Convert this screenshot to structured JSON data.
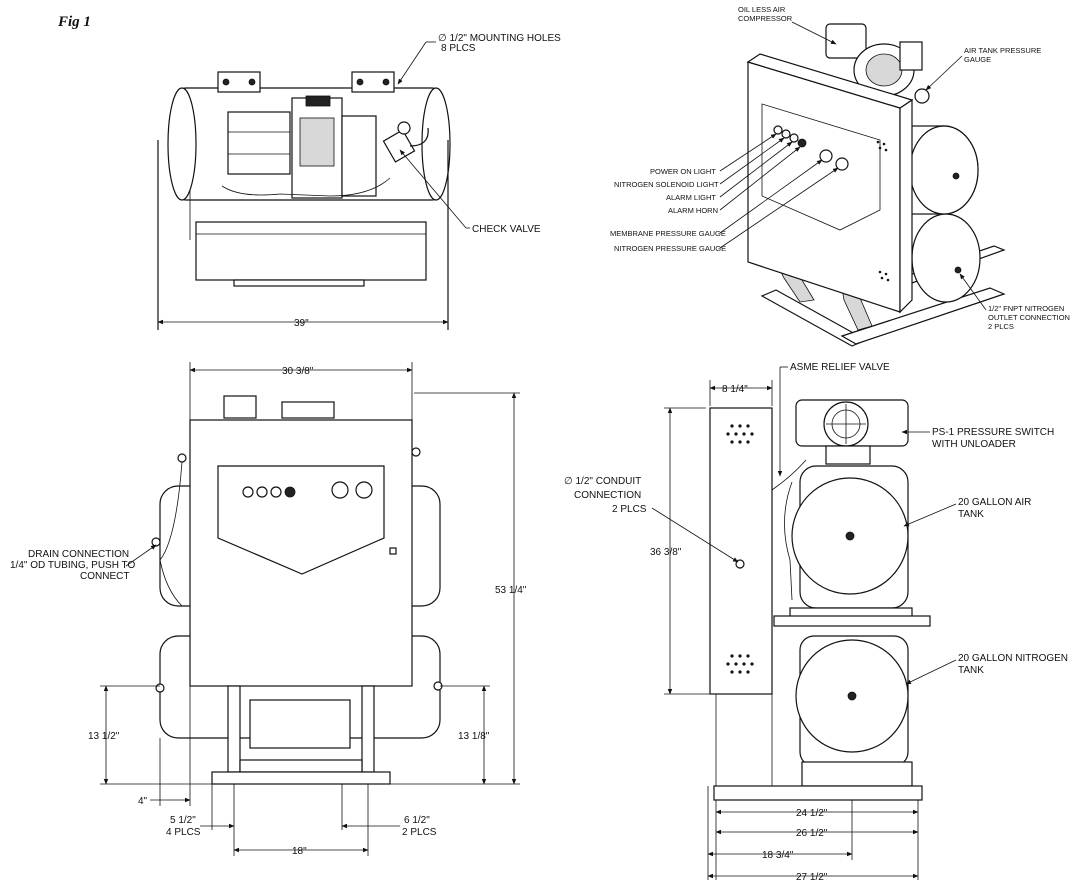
{
  "figure_label": "Fig 1",
  "top_view": {
    "mounting_holes": [
      "∅ 1/2\" MOUNTING HOLES",
      "8 PLCS"
    ],
    "check_valve": "CHECK VALVE",
    "width_dim": "39\""
  },
  "iso_view": {
    "compressor": [
      "OIL LESS AIR",
      "COMPRESSOR"
    ],
    "gauge": [
      "AIR TANK PRESSURE",
      "GAUGE"
    ],
    "indicators": [
      "POWER ON LIGHT",
      "NITROGEN SOLENOID LIGHT",
      "ALARM LIGHT",
      "ALARM HORN",
      "MEMBRANE PRESSURE GAUGE",
      "NITROGEN PRESSURE GAUGE"
    ],
    "outlet": [
      "1/2\" FNPT NITROGEN",
      "OUTLET CONNECTION",
      "2 PLCS"
    ]
  },
  "front_view": {
    "top_width": "30 3/8\"",
    "height": "53 1/4\"",
    "drain": [
      "DRAIN CONNECTION",
      "1/4\" OD TUBING, PUSH TO",
      "CONNECT"
    ],
    "left_tank_height": "13 1/2\"",
    "right_tank_height": "13 1/8\"",
    "offset": "4\"",
    "left_spacing": [
      "5 1/2\"",
      "4 PLCS"
    ],
    "right_spacing": [
      "6 1/2\"",
      "2 PLCS"
    ],
    "base_width": "18\""
  },
  "side_view": {
    "depth_top": "8 1/4\"",
    "relief_valve": "ASME RELIEF VALVE",
    "pressure_switch": [
      "PS-1 PRESSURE SWITCH",
      "WITH UNLOADER"
    ],
    "conduit": [
      "∅ 1/2\" CONDUIT",
      "CONNECTION",
      "2 PLCS"
    ],
    "panel_height": "36 3/8\"",
    "air_tank": [
      "20 GALLON AIR",
      "TANK"
    ],
    "nitrogen_tank": [
      "20 GALLON NITROGEN",
      "TANK"
    ],
    "dims": [
      "24 1/2\"",
      "26 1/2\"",
      "18 3/4\"",
      "27 1/2\""
    ]
  }
}
